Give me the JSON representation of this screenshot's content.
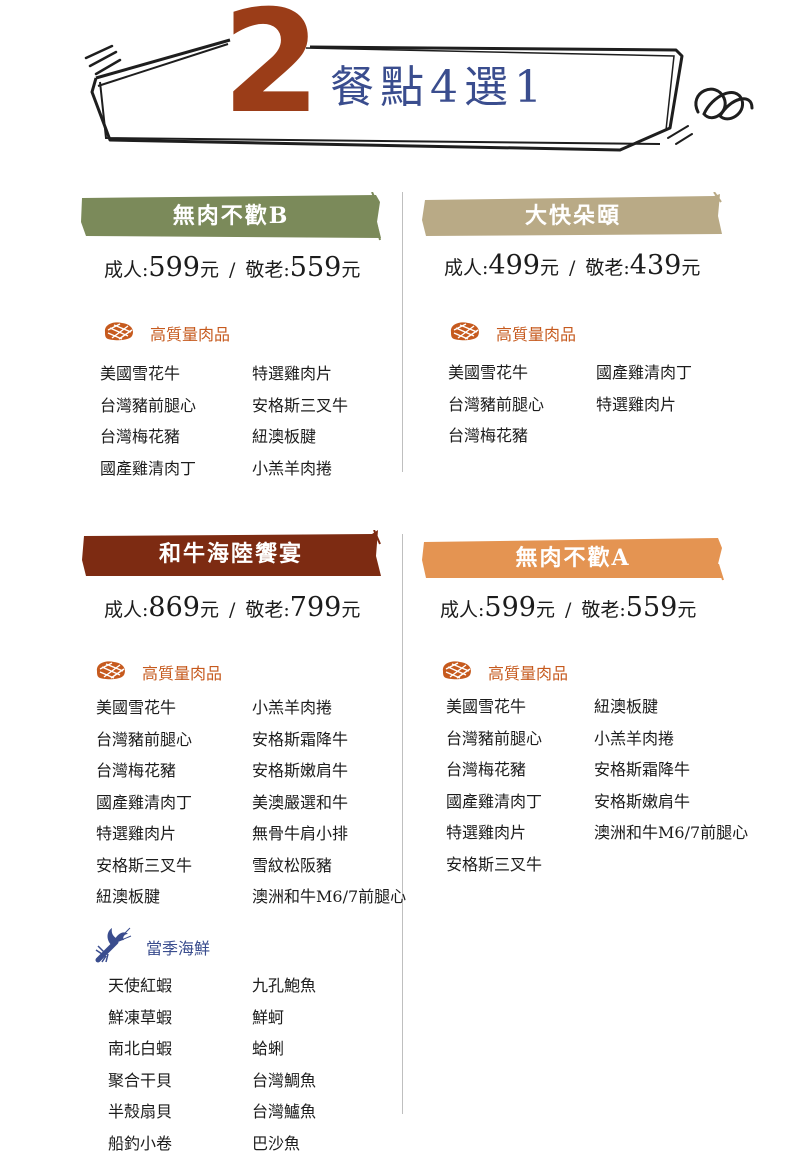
{
  "header": {
    "number": "2",
    "title": "餐點4選1"
  },
  "colors": {
    "accent_number": "#9b3d18",
    "title_blue": "#3a4d8e",
    "meat_orange": "#c65a1e",
    "banner_green": "#7b8a5a",
    "banner_khaki": "#b9aa86",
    "banner_brown": "#7d2b12",
    "banner_orange": "#e49452"
  },
  "plans": [
    {
      "name": "無肉不歡B",
      "price": {
        "adult_label": "成人:",
        "adult": "599",
        "currency": "元",
        "sep": "/",
        "senior_label": "敬老:",
        "senior": "559"
      },
      "meat_label": "高質量肉品",
      "meat_col1": [
        "美國雪花牛",
        "台灣豬前腿心",
        "台灣梅花豬",
        "國產雞清肉丁"
      ],
      "meat_col2": [
        "特選雞肉片",
        "安格斯三叉牛",
        "紐澳板腱",
        "小羔羊肉捲"
      ]
    },
    {
      "name": "大快朵頤",
      "price": {
        "adult_label": "成人:",
        "adult": "499",
        "currency": "元",
        "sep": "/",
        "senior_label": "敬老:",
        "senior": "439"
      },
      "meat_label": "高質量肉品",
      "meat_col1": [
        "美國雪花牛",
        "台灣豬前腿心",
        "台灣梅花豬"
      ],
      "meat_col2": [
        "國產雞清肉丁",
        "特選雞肉片"
      ]
    },
    {
      "name": "和牛海陸饗宴",
      "price": {
        "adult_label": "成人:",
        "adult": "869",
        "currency": "元",
        "sep": "/",
        "senior_label": "敬老:",
        "senior": "799"
      },
      "meat_label": "高質量肉品",
      "meat_col1": [
        "美國雪花牛",
        "台灣豬前腿心",
        "台灣梅花豬",
        "國產雞清肉丁",
        "特選雞肉片",
        "安格斯三叉牛",
        "紐澳板腱"
      ],
      "meat_col2": [
        "小羔羊肉捲",
        "安格斯霜降牛",
        "安格斯嫩肩牛",
        "美澳嚴選和牛",
        "無骨牛肩小排",
        "雪紋松阪豬",
        "澳洲和牛M6/7前腿心"
      ],
      "seafood_label": "當季海鮮",
      "sea_col1": [
        "天使紅蝦",
        "鮮凍草蝦",
        "南北白蝦",
        "聚合干貝",
        "半殼扇貝",
        "船釣小卷"
      ],
      "sea_col2": [
        "九孔鮑魚",
        "鮮蚵",
        "蛤蜊",
        "台灣鯛魚",
        "台灣鱸魚",
        "巴沙魚"
      ]
    },
    {
      "name": "無肉不歡A",
      "price": {
        "adult_label": "成人:",
        "adult": "599",
        "currency": "元",
        "sep": "/",
        "senior_label": "敬老:",
        "senior": "559"
      },
      "meat_label": "高質量肉品",
      "meat_col1": [
        "美國雪花牛",
        "台灣豬前腿心",
        "台灣梅花豬",
        "國產雞清肉丁",
        "特選雞肉片",
        "安格斯三叉牛"
      ],
      "meat_col2": [
        "紐澳板腱",
        "小羔羊肉捲",
        "安格斯霜降牛",
        "安格斯嫩肩牛",
        "澳洲和牛M6/7前腿心"
      ]
    }
  ]
}
